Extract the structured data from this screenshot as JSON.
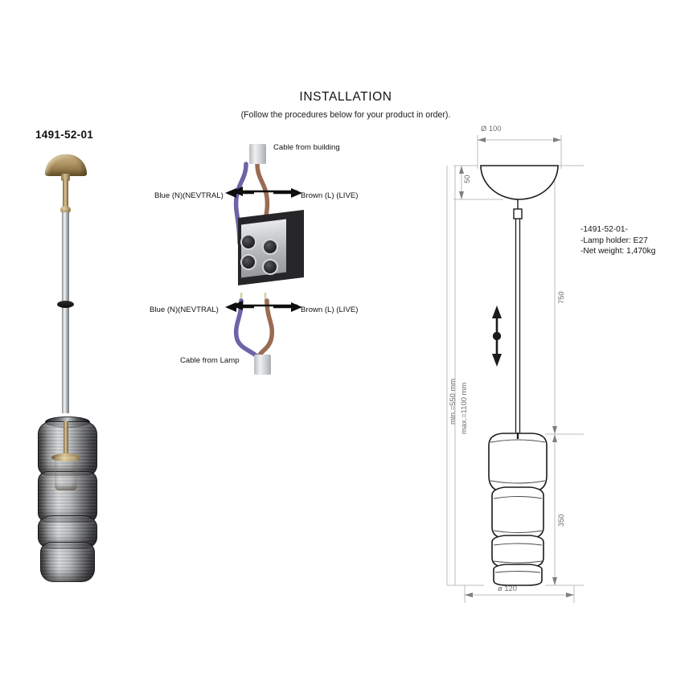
{
  "document": {
    "type": "pendant-lamp-installation-sheet",
    "title": "INSTALLATION",
    "subtitle": "(Follow the procedures below for your product in order)."
  },
  "product": {
    "model_code": "1491-52-01",
    "spec_lines": "-1491-52-01-\n-Lamp holder: E27\n-Net weight: 1,470kg"
  },
  "wiring": {
    "cable_from_building": "Cable from building",
    "cable_from_lamp": "Cable from Lamp",
    "blue_label_top": "Blue (N)(NEVTRAL)",
    "brown_label_top": "Brown (L) (LIVE)",
    "blue_label_bottom": "Blue (N)(NEVTRAL)",
    "brown_label_bottom": "Brown (L) (LIVE)",
    "wire_colors": {
      "neutral": "#6b64a8",
      "live": "#9a6b52",
      "sheath": "#dfe2e4",
      "terminal_block": "#262628"
    }
  },
  "dimensions": {
    "canopy_diameter": "Ø 100",
    "canopy_height": "50",
    "suspension_length": "750",
    "shade_height": "350",
    "shade_diameter": "ø 120",
    "drop_min": "min.=550 mm",
    "drop_max": "max.=1100 mm"
  },
  "colors": {
    "brass": "#b59a68",
    "smoke_glass": "#6c6e72",
    "dimension_gray": "#b9bcc0",
    "outline": "#1b1b1b"
  }
}
